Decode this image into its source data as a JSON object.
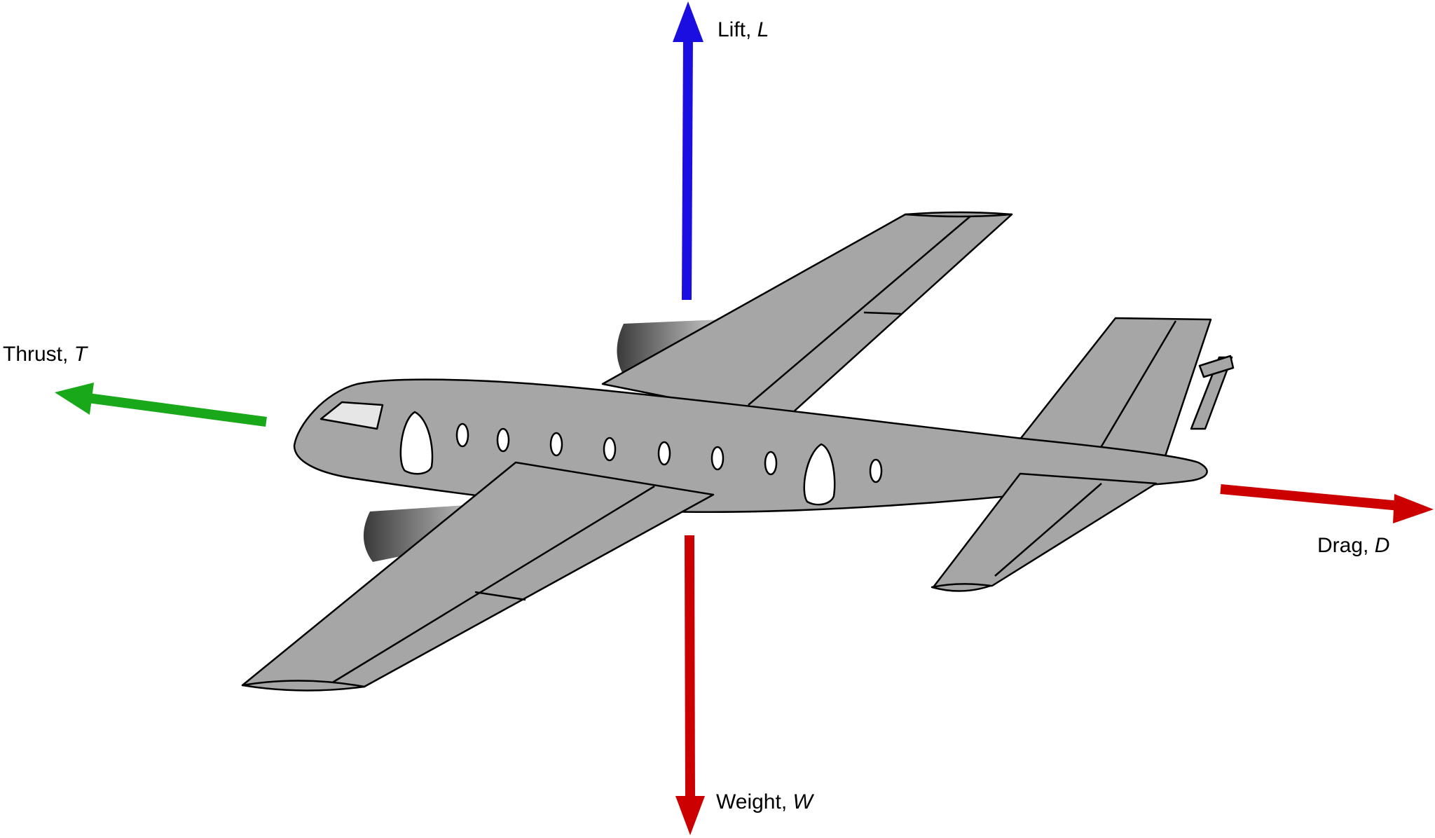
{
  "colors": {
    "lift": "#1a0fe0",
    "thrust": "#19a819",
    "drag": "#cc0000",
    "weight": "#cc0000",
    "airframe": "#a6a6a6",
    "window": "#ffffff",
    "windshield": "#e6e6e6",
    "outline": "#000000"
  },
  "forces": {
    "lift": {
      "name": "Lift",
      "symbol": "L"
    },
    "thrust": {
      "name": "Thrust",
      "symbol": "T"
    },
    "drag": {
      "name": "Drag",
      "symbol": "D"
    },
    "weight": {
      "name": "Weight",
      "symbol": "W"
    }
  }
}
